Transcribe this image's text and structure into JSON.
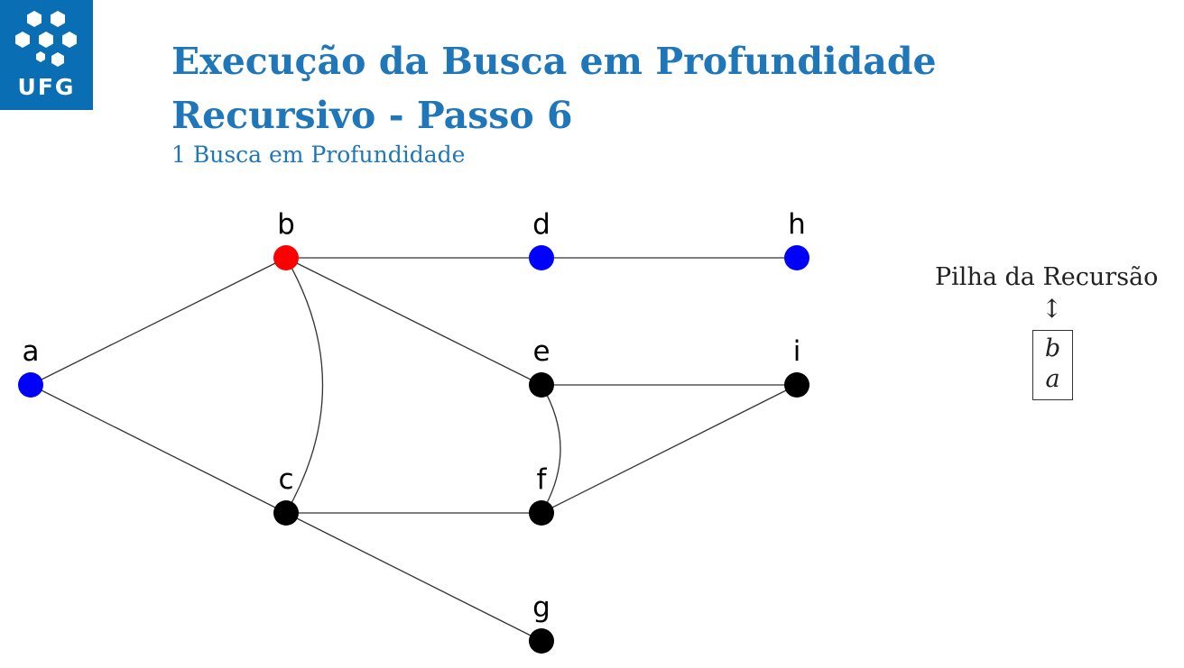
{
  "logo": {
    "text": "UFG"
  },
  "header": {
    "title_line1": "Execução da Busca em Profundidade",
    "title_line2": "Recursivo - Passo 6",
    "section": "1 Busca em Profundidade"
  },
  "colors": {
    "brand": "#0a6eb4",
    "title": "#1f77b9",
    "current": "#ff0000",
    "visited": "#0000ff",
    "unvisited": "#000000"
  },
  "graph": {
    "nodes": [
      {
        "id": "a",
        "label": "a",
        "state": "visited"
      },
      {
        "id": "b",
        "label": "b",
        "state": "current"
      },
      {
        "id": "c",
        "label": "c",
        "state": "unvisited"
      },
      {
        "id": "d",
        "label": "d",
        "state": "visited"
      },
      {
        "id": "e",
        "label": "e",
        "state": "unvisited"
      },
      {
        "id": "f",
        "label": "f",
        "state": "unvisited"
      },
      {
        "id": "g",
        "label": "g",
        "state": "unvisited"
      },
      {
        "id": "h",
        "label": "h",
        "state": "visited"
      },
      {
        "id": "i",
        "label": "i",
        "state": "unvisited"
      }
    ],
    "edges": [
      [
        "a",
        "b"
      ],
      [
        "a",
        "c"
      ],
      [
        "b",
        "d"
      ],
      [
        "b",
        "e"
      ],
      [
        "b",
        "c"
      ],
      [
        "d",
        "h"
      ],
      [
        "e",
        "i"
      ],
      [
        "e",
        "f"
      ],
      [
        "c",
        "f"
      ],
      [
        "c",
        "g"
      ],
      [
        "f",
        "i"
      ]
    ]
  },
  "stack": {
    "caption": "Pilha da Recursão",
    "arrow": "↕",
    "items": [
      "b",
      "a"
    ]
  }
}
